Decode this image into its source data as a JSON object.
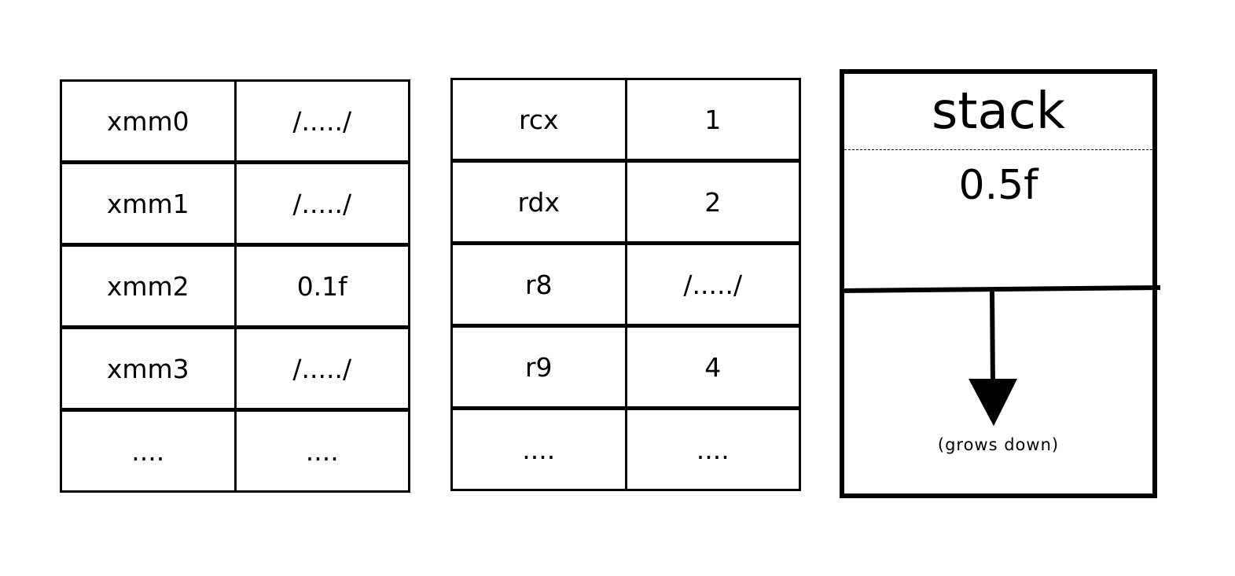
{
  "xmm_registers": [
    {
      "name": "xmm0",
      "value": "/...../"
    },
    {
      "name": "xmm1",
      "value": "/...../"
    },
    {
      "name": "xmm2",
      "value": "0.1f"
    },
    {
      "name": "xmm3",
      "value": "/...../"
    },
    {
      "name": "....",
      "value": "...."
    }
  ],
  "gp_registers": [
    {
      "name": "rcx",
      "value": "1"
    },
    {
      "name": "rdx",
      "value": "2"
    },
    {
      "name": "r8",
      "value": "/...../"
    },
    {
      "name": "r9",
      "value": "4"
    },
    {
      "name": "....",
      "value": "...."
    }
  ],
  "stack": {
    "title": "stack",
    "value": "0.5f",
    "note": "(grows down)"
  }
}
